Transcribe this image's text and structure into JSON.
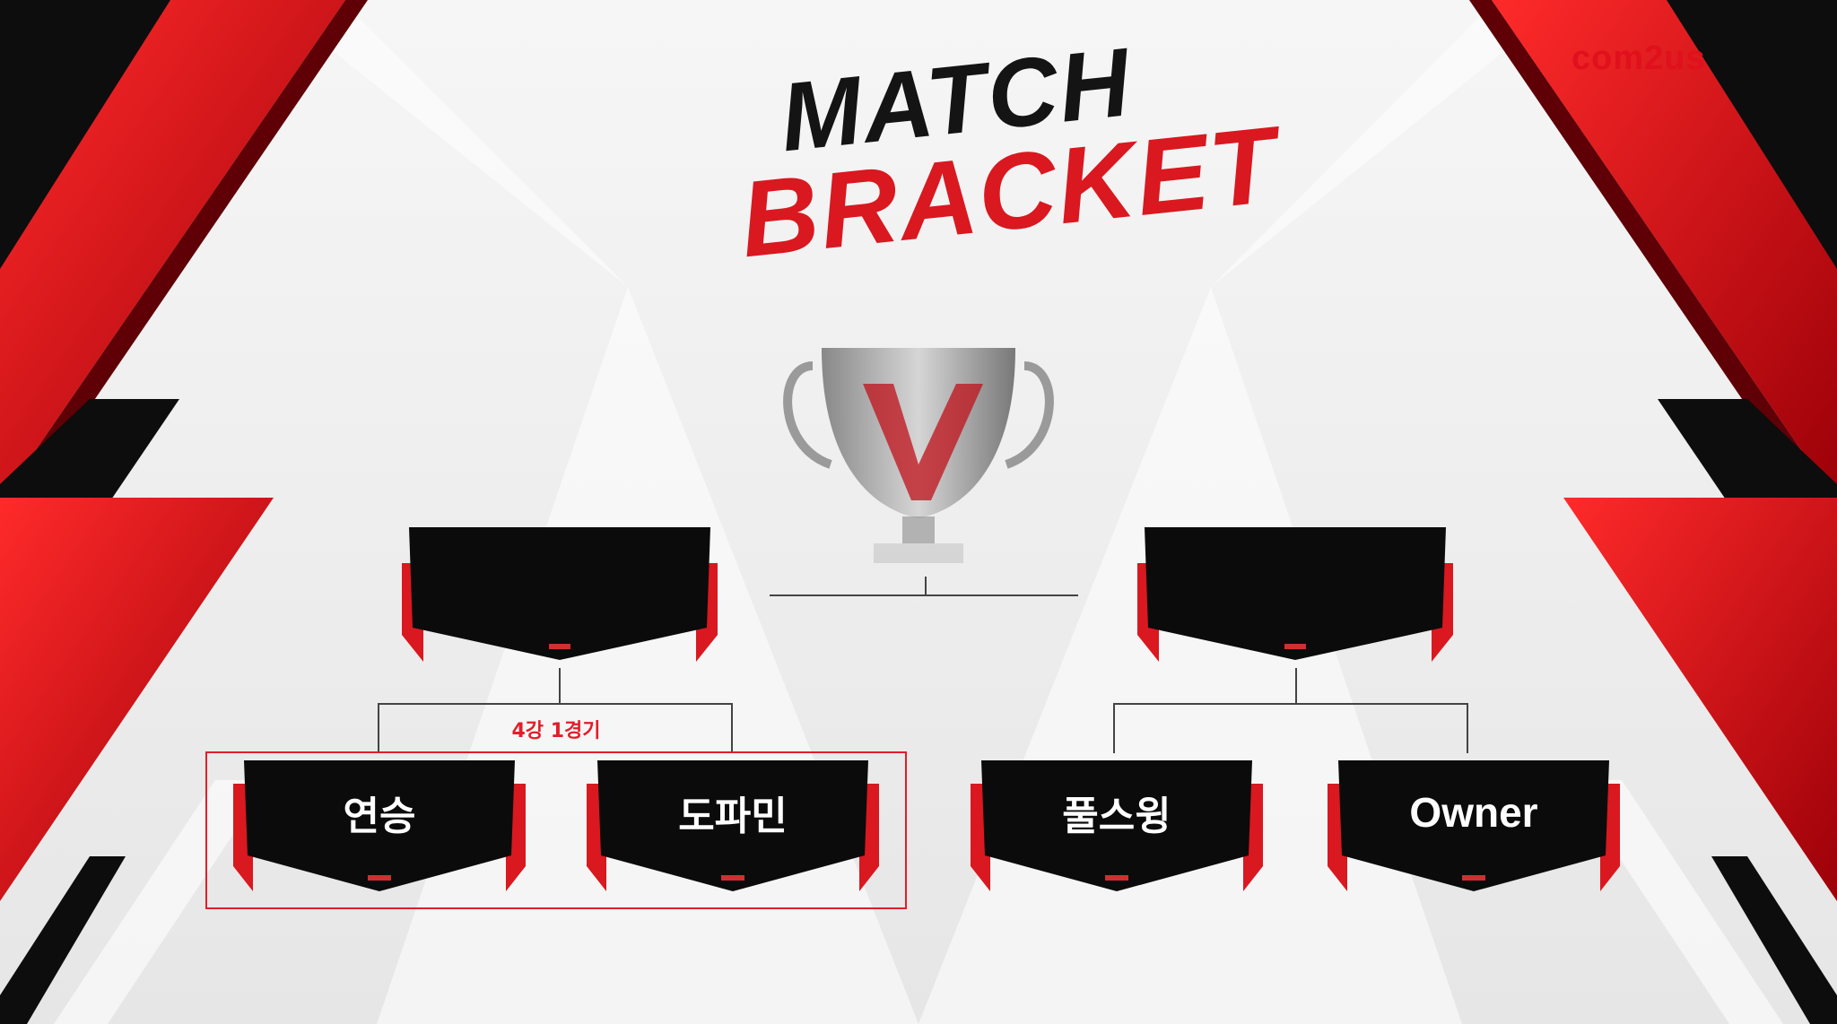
{
  "brand": {
    "logo_text": "com2us"
  },
  "title": {
    "line1": "MATCH",
    "line2": "BRACKET"
  },
  "bracket": {
    "final_left": {
      "label": ""
    },
    "final_right": {
      "label": ""
    },
    "match_label": "4강 1경기",
    "semis": [
      {
        "label": "연승"
      },
      {
        "label": "도파민"
      },
      {
        "label": "풀스윙"
      },
      {
        "label": "Owner"
      }
    ]
  },
  "colors": {
    "accent_red": "#d91820",
    "plate_black": "#0b0b0b",
    "highlight_box": "#e21e2a",
    "background": "#ececec"
  }
}
